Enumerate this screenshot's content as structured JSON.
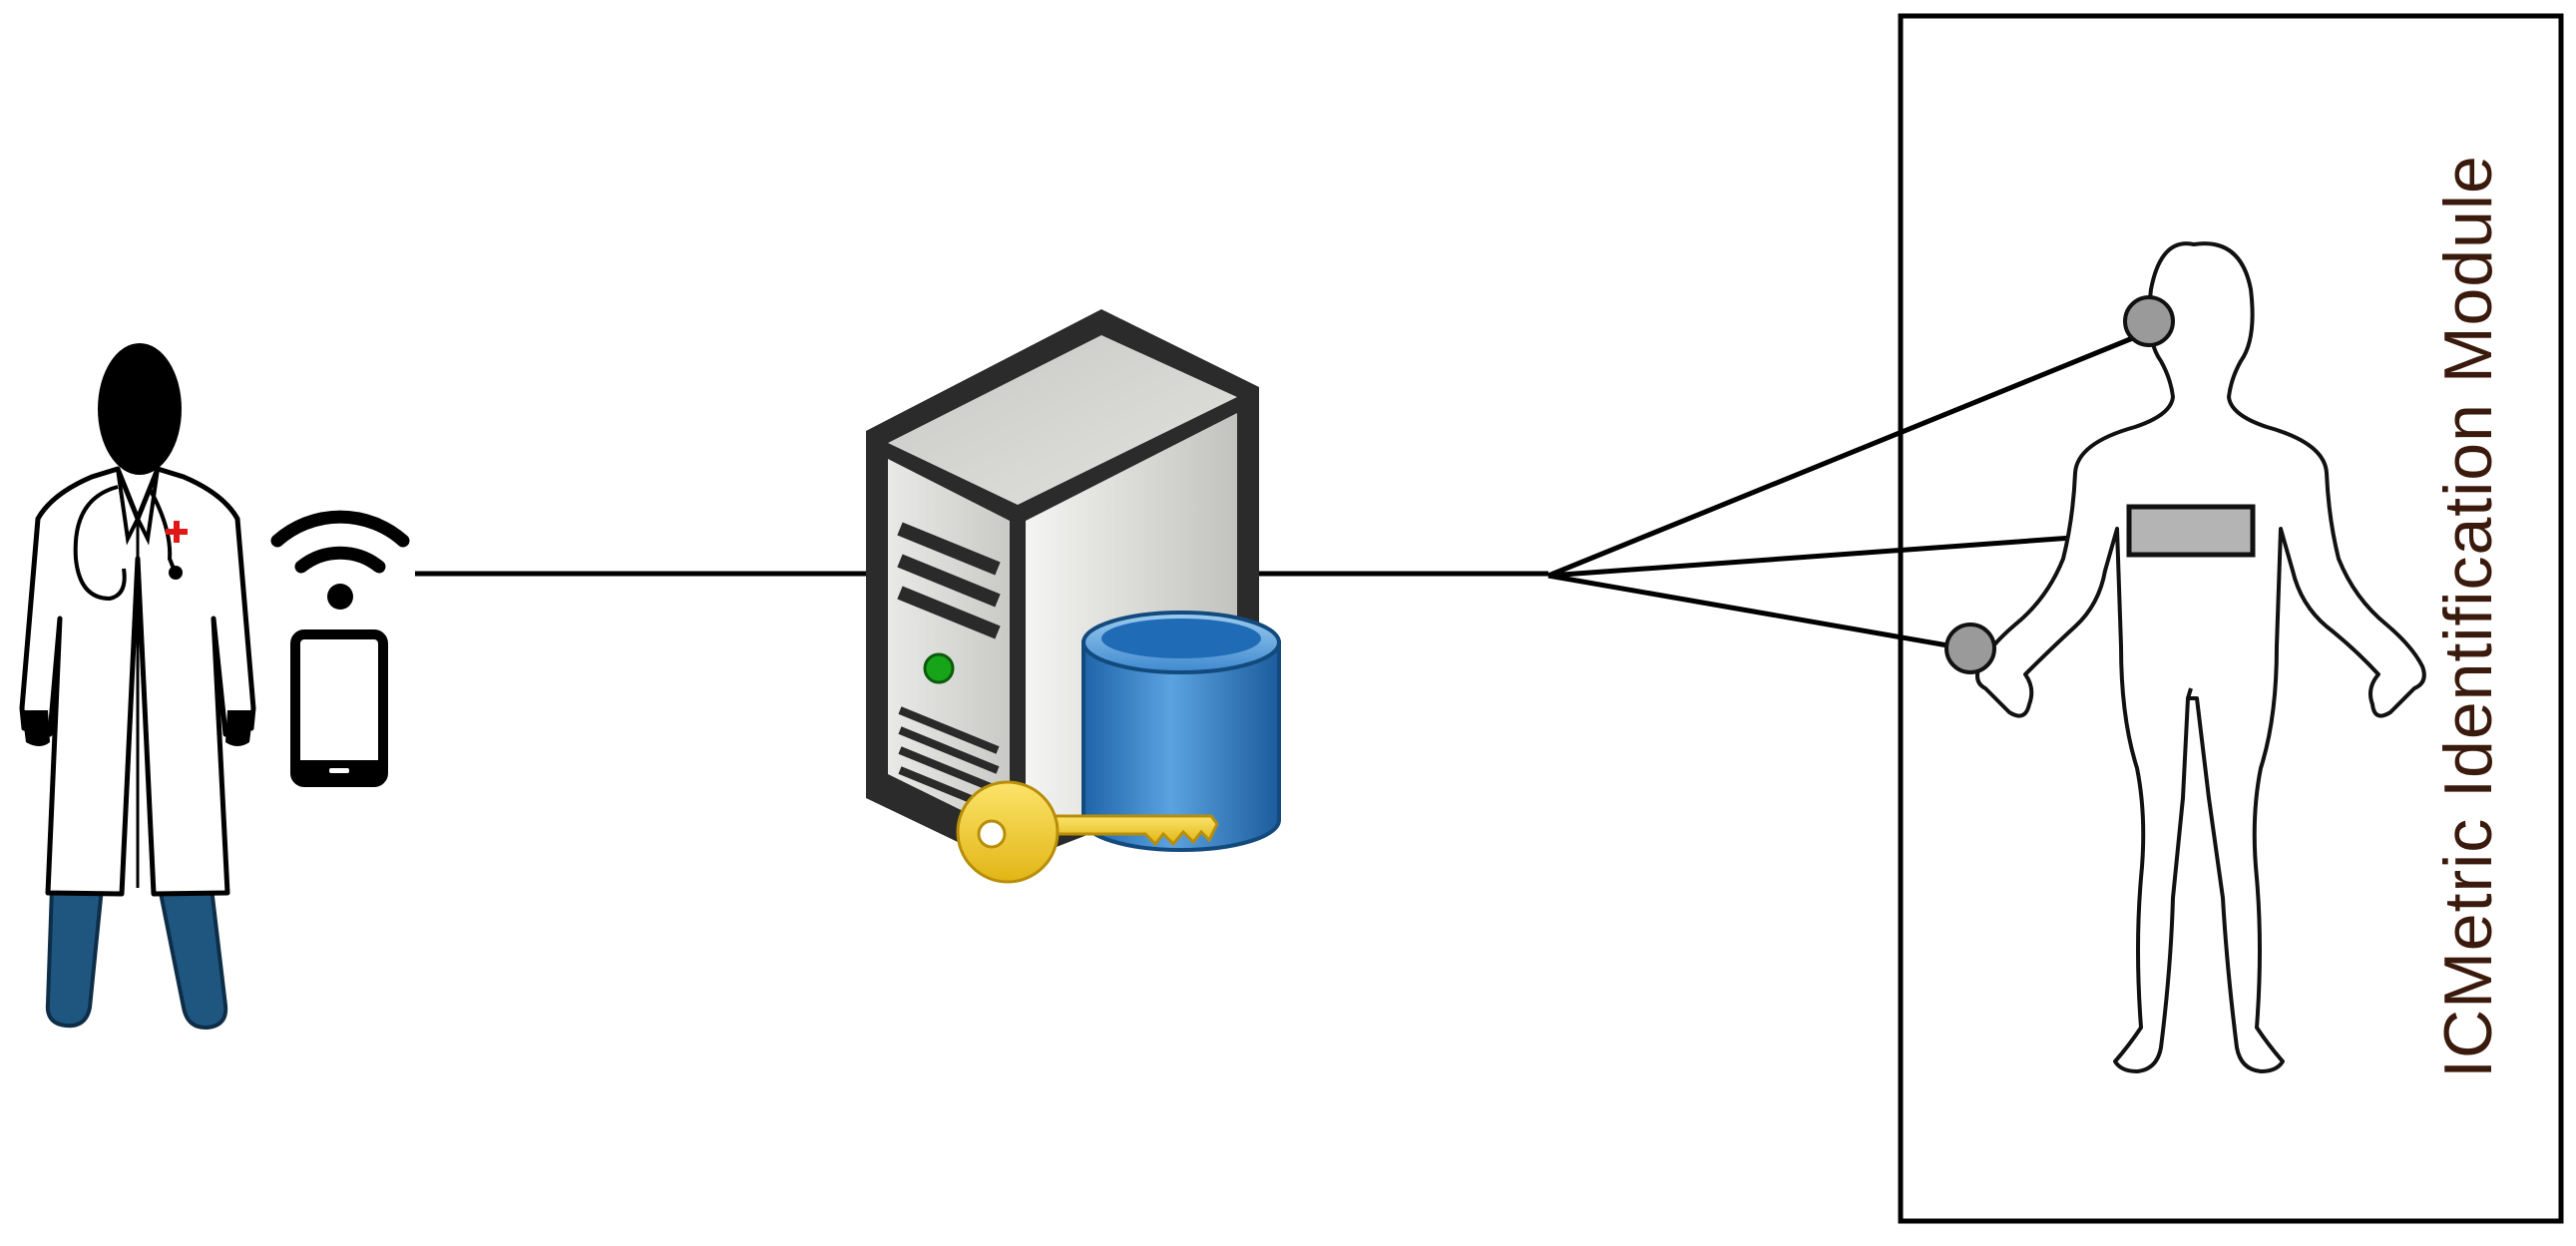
{
  "module": {
    "label": "ICMetric Identification Module"
  },
  "nodes": [
    {
      "name": "doctor",
      "icon": "doctor-icon"
    },
    {
      "name": "mobile",
      "icon": "smartphone-wifi-icon"
    },
    {
      "name": "server",
      "icon": "secure-database-server-icon"
    },
    {
      "name": "patient",
      "icon": "human-body-with-sensors-icon"
    }
  ],
  "colors": {
    "line": "#000000",
    "doctor_head": "#000000",
    "doctor_trousers": "#1f5680",
    "server_body": "#d8d8d6",
    "server_led": "#18a418",
    "database": "#2f78bd",
    "key": "#f2cc2a",
    "sensor": "#9a9a9a",
    "belt": "#b4b4b4",
    "module_text": "#3a1a0c"
  }
}
